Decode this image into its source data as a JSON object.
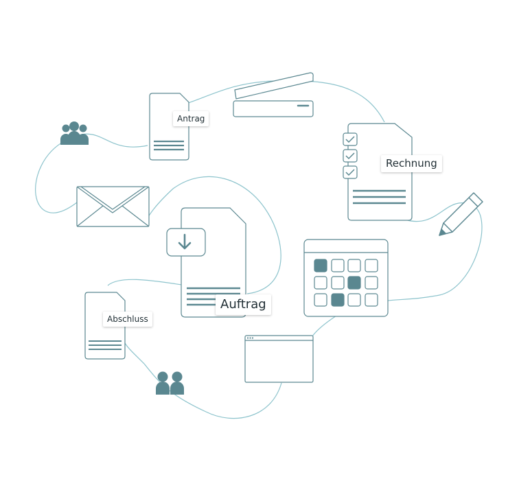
{
  "colors": {
    "stroke": "#5a8790",
    "fill": "#5a8790",
    "flow_line": "#8cc3cc",
    "label_text": "#1f2d33",
    "background": "#ffffff"
  },
  "labels": {
    "antrag": "Antrag",
    "rechnung": "Rechnung",
    "auftrag": "Auftrag",
    "abschluss": "Abschluss"
  },
  "icons": [
    "group-people-icon",
    "document-antrag-icon",
    "scanner-icon",
    "invoice-checklist-icon",
    "pencil-icon",
    "envelope-icon",
    "download-document-icon",
    "calendar-icon",
    "document-abschluss-icon",
    "two-people-icon",
    "browser-window-icon"
  ]
}
